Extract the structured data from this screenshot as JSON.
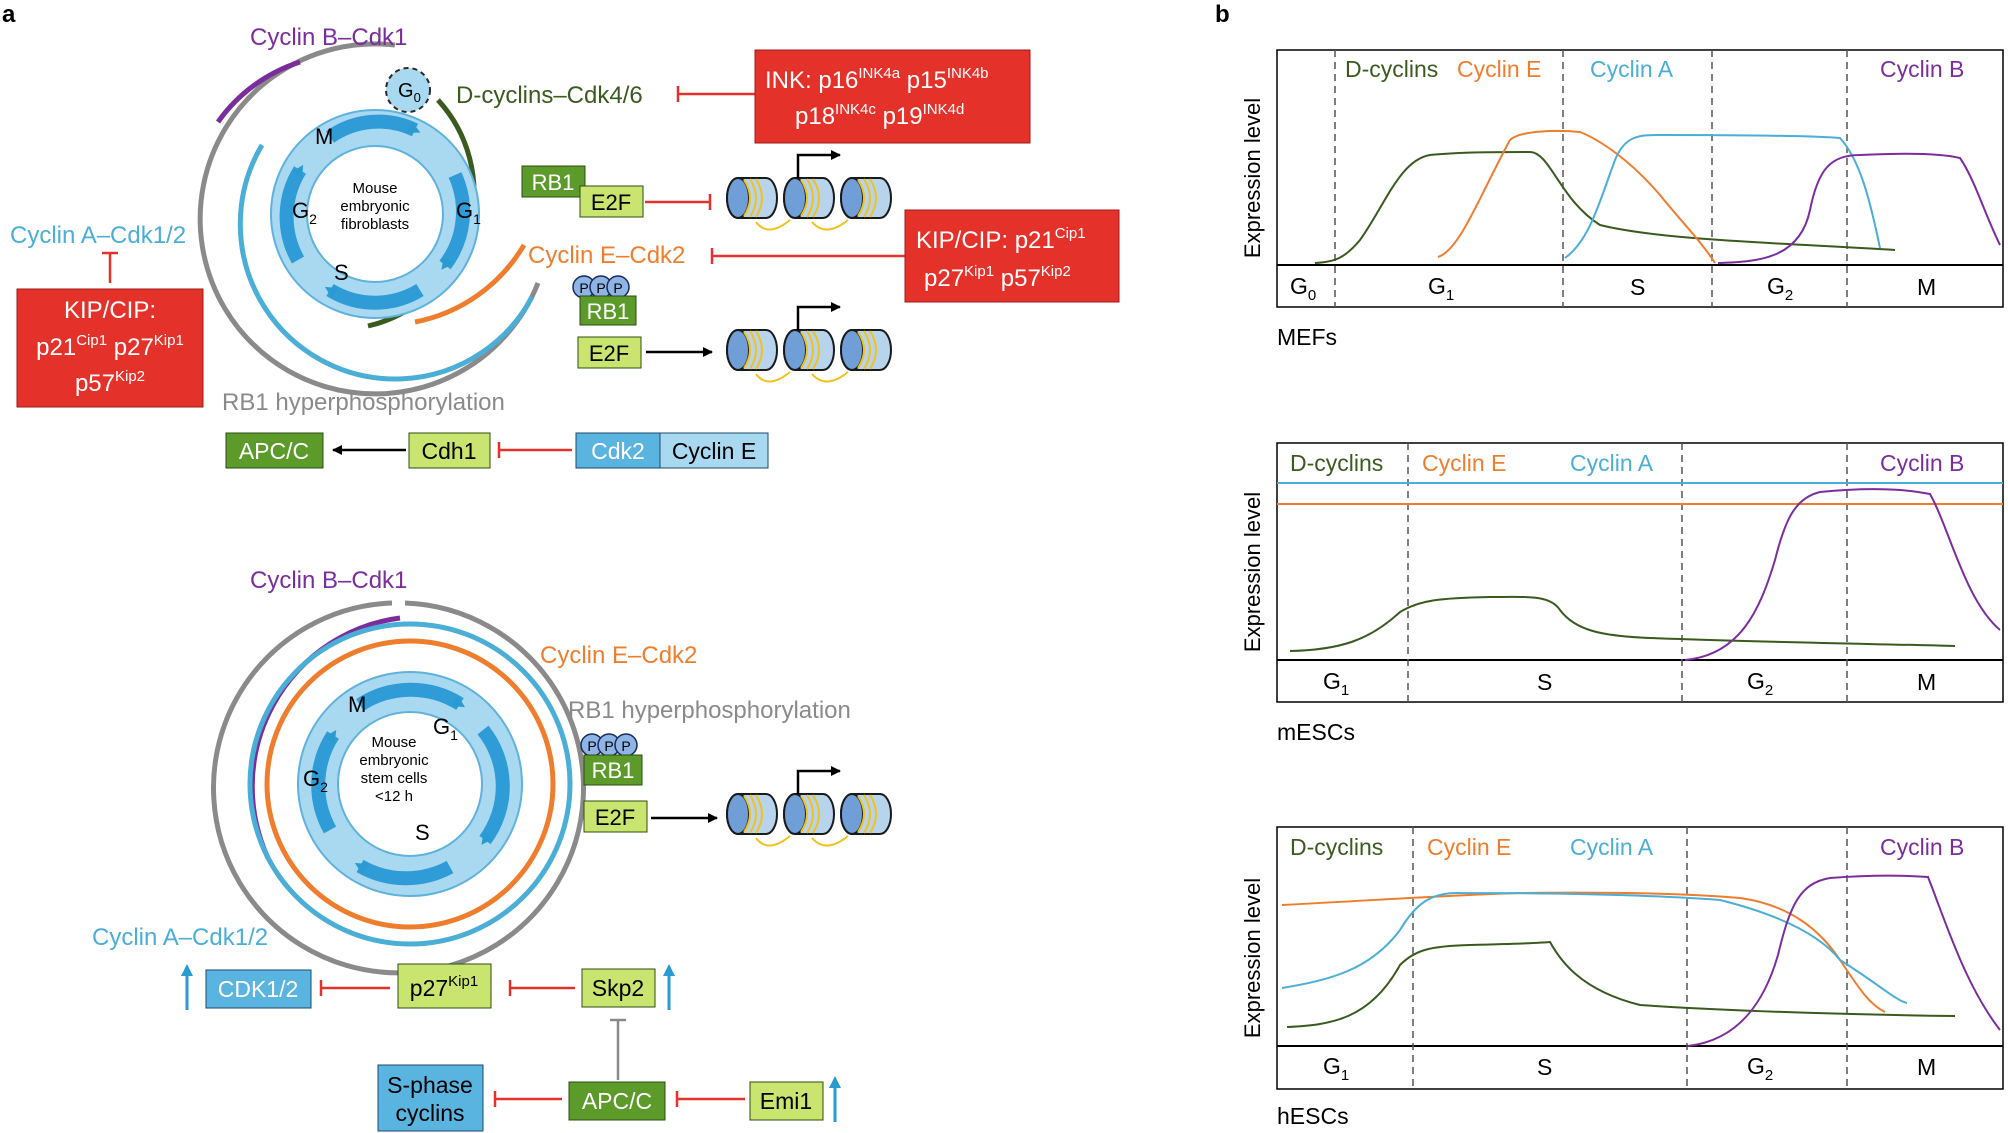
{
  "colors": {
    "purple": "#7b2d9e",
    "dark_green": "#3a5a1e",
    "orange": "#ef7d2e",
    "light_blue": "#4aaed6",
    "grey": "#8a8a8a",
    "red": "#e4322b",
    "box_green": "#5c9a2a",
    "box_lightgreen": "#c9e56f",
    "box_blue": "#5ab4e0",
    "circle_fill": "#a9d9f0",
    "arrow_blue": "#2f9bd7"
  },
  "panel_a": {
    "label": "a",
    "top": {
      "cyclinB_cdk1": "Cyclin B–Cdk1",
      "g0": "G",
      "g0_sub": "0",
      "d_cyclins_cdk46": "D-cyclins–Cdk4/6",
      "ink_line1_parts": [
        "INK: p16",
        "INK4a",
        " p15",
        "INK4b"
      ],
      "ink_line2_parts": [
        "p18",
        "INK4c",
        " p19",
        "INK4d"
      ],
      "rb1": "RB1",
      "e2f": "E2F",
      "cyclinA_cdk12": "Cyclin A–Cdk1/2",
      "kipcip_left_title": "KIP/CIP:",
      "kipcip_left_line2": [
        "p21",
        "Cip1",
        " p27",
        "Kip1"
      ],
      "kipcip_left_line3": [
        "p57",
        "Kip2"
      ],
      "cyclinE_cdk2": "Cyclin E–Cdk2",
      "kipcip_right_line1": [
        "KIP/CIP: p21",
        "Cip1"
      ],
      "kipcip_right_line2": [
        "p27",
        "Kip1",
        " p57",
        "Kip2"
      ],
      "phospho": "P",
      "rb1_hyper": "RB1 hyperphosphorylation",
      "apcc": "APC/C",
      "cdh1": "Cdh1",
      "cdk2": "Cdk2",
      "cyclinE": "Cyclin E",
      "circle_text": [
        "Mouse",
        "embryonic",
        "fibroblasts"
      ],
      "phase_M": "M",
      "phase_G": "G",
      "sub_1": "1",
      "sub_2": "2",
      "phase_S": "S"
    },
    "bottom": {
      "cyclinB_cdk1": "Cyclin B–Cdk1",
      "cyclinE_cdk2": "Cyclin E–Cdk2",
      "rb1_hyper": "RB1 hyperphosphorylation",
      "rb1": "RB1",
      "e2f": "E2F",
      "phospho": "P",
      "circle_text": [
        "Mouse",
        "embryonic",
        "stem cells",
        "<12 h"
      ],
      "cyclinA_cdk12": "Cyclin A–Cdk1/2",
      "cdk12": "CDK1/2",
      "p27_parts": [
        "p27",
        "Kip1"
      ],
      "skp2": "Skp2",
      "sphase_line1": "S-phase",
      "sphase_line2": "cyclins",
      "apcc": "APC/C",
      "emi1": "Emi1"
    }
  },
  "panel_b": {
    "label": "b",
    "ylabel": "Expression level",
    "charts": [
      {
        "name": "MEFs",
        "headers": [
          "D-cyclins",
          "Cyclin E",
          "Cyclin A",
          "Cyclin B"
        ],
        "phases": [
          "G",
          "G",
          "S",
          "G",
          "M"
        ],
        "phase_subs": [
          "0",
          "1",
          "",
          "2",
          ""
        ]
      },
      {
        "name": "mESCs",
        "headers": [
          "D-cyclins",
          "Cyclin E",
          "Cyclin A",
          "Cyclin B"
        ],
        "phases": [
          "G",
          "S",
          "G",
          "M"
        ],
        "phase_subs": [
          "1",
          "",
          "2",
          ""
        ]
      },
      {
        "name": "hESCs",
        "headers": [
          "D-cyclins",
          "Cyclin E",
          "Cyclin A",
          "Cyclin B"
        ],
        "phases": [
          "G",
          "S",
          "G",
          "M"
        ],
        "phase_subs": [
          "1",
          "",
          "2",
          ""
        ]
      }
    ]
  }
}
